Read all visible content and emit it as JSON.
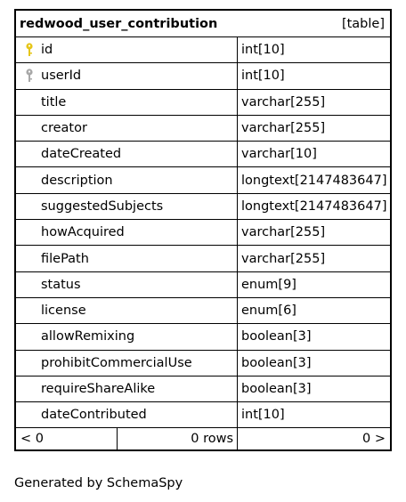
{
  "table": {
    "name": "redwood_user_contribution",
    "kind": "[table]",
    "columns": [
      {
        "name": "id",
        "type": "int[10]",
        "key": "primary"
      },
      {
        "name": "userId",
        "type": "int[10]",
        "key": "foreign"
      },
      {
        "name": "title",
        "type": "varchar[255]",
        "key": "none"
      },
      {
        "name": "creator",
        "type": "varchar[255]",
        "key": "none"
      },
      {
        "name": "dateCreated",
        "type": "varchar[10]",
        "key": "none"
      },
      {
        "name": "description",
        "type": "longtext[2147483647]",
        "key": "none"
      },
      {
        "name": "suggestedSubjects",
        "type": "longtext[2147483647]",
        "key": "none"
      },
      {
        "name": "howAcquired",
        "type": "varchar[255]",
        "key": "none"
      },
      {
        "name": "filePath",
        "type": "varchar[255]",
        "key": "none"
      },
      {
        "name": "status",
        "type": "enum[9]",
        "key": "none"
      },
      {
        "name": "license",
        "type": "enum[6]",
        "key": "none"
      },
      {
        "name": "allowRemixing",
        "type": "boolean[3]",
        "key": "none"
      },
      {
        "name": "prohibitCommercialUse",
        "type": "boolean[3]",
        "key": "none"
      },
      {
        "name": "requireShareAlike",
        "type": "boolean[3]",
        "key": "none"
      },
      {
        "name": "dateContributed",
        "type": "int[10]",
        "key": "none"
      }
    ],
    "footer": {
      "parents": "< 0",
      "rows": "0 rows",
      "children": "0 >"
    }
  },
  "generated_by": "Generated by SchemaSpy",
  "colors": {
    "primary_key": "#e6c619",
    "foreign_key": "#a8a8a8",
    "border": "#000000"
  }
}
